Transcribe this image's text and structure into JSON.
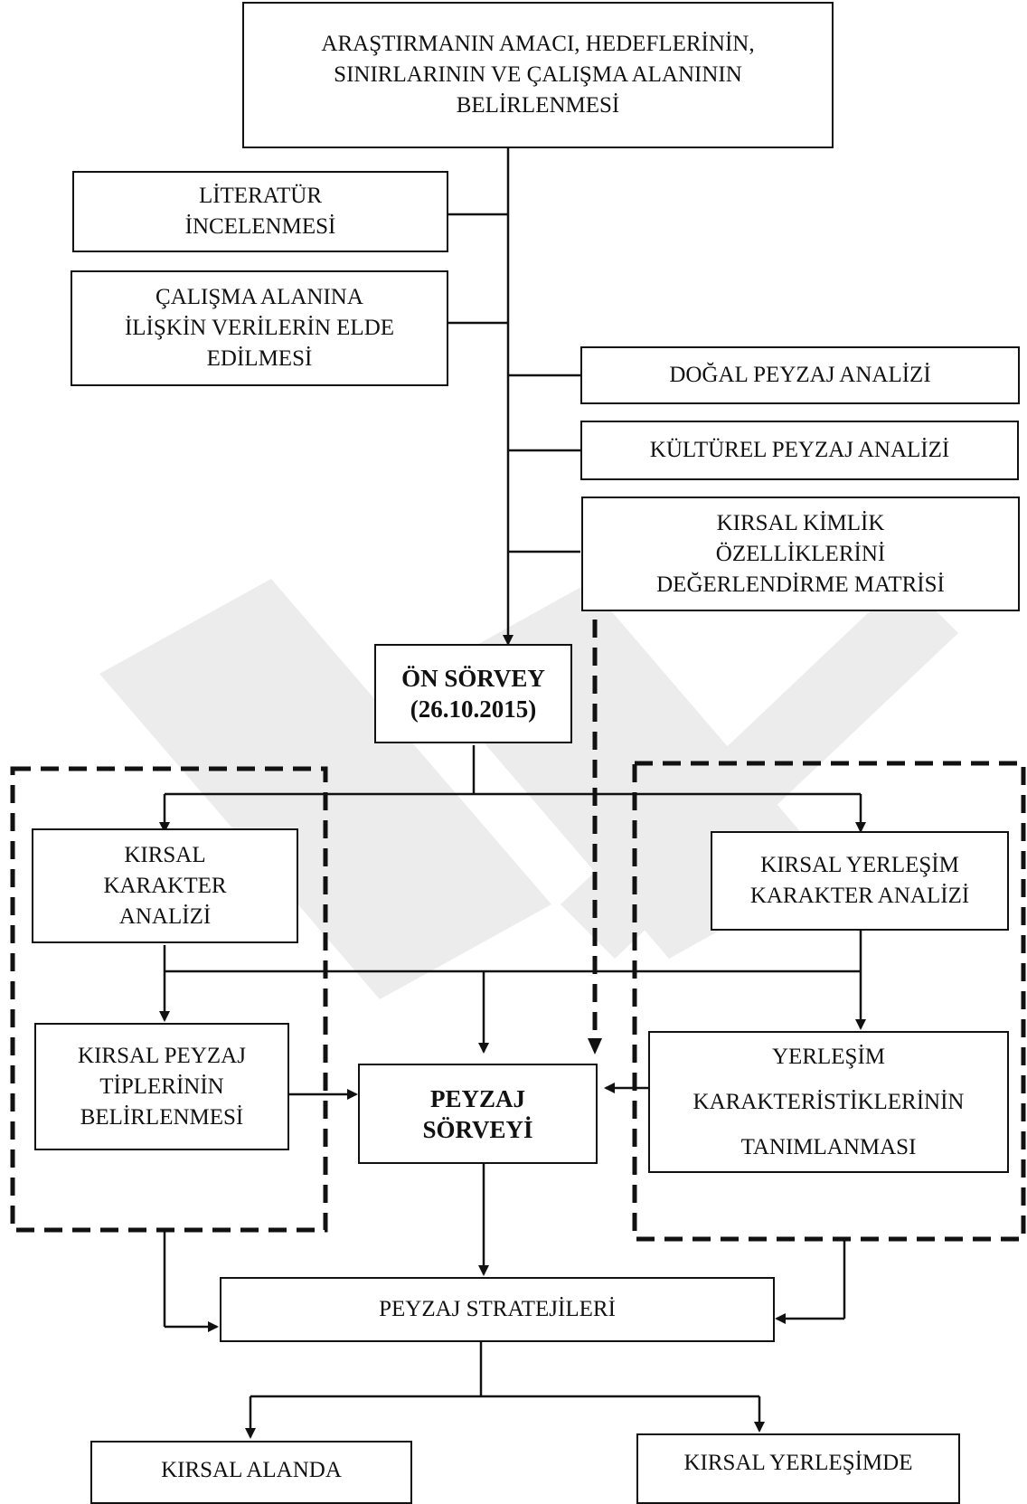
{
  "colors": {
    "line": "#111111",
    "watermark": "#ececec",
    "background": "#ffffff"
  },
  "boxes": {
    "aim": "ARAŞTIRMANIN AMACI, HEDEFLERİNİN,\nSINIRLARININ VE ÇALIŞMA ALANININ\nBELİRLENMESİ",
    "literature": "LİTERATÜR\nİNCELENMESİ",
    "data_collection": "ÇALIŞMA ALANINA\nİLİŞKİN VERİLERİN ELDE\nEDİLMESİ",
    "natural_landscape": "DOĞAL PEYZAJ ANALİZİ",
    "cultural_landscape": "KÜLTÜREL PEYZAJ ANALİZİ",
    "rural_identity": "KIRSAL KİMLİK\nÖZELLİKLERİNİ\nDEĞERLENDİRME MATRİSİ",
    "pre_survey": "ÖN SÖRVEY\n(26.10.2015)",
    "rural_character": "KIRSAL\nKARAKTER\nANALİZİ",
    "settlement_character": "KIRSAL YERLEŞİM\nKARAKTER ANALİZİ",
    "rural_landscape_types": "KIRSAL PEYZAJ\nTİPLERİNİN\nBELİRLENMESİ",
    "landscape_survey": "PEYZAJ\nSÖRVEYİ",
    "settlement_characteristics": "YERLEŞİM\nKARAKTERİSTİKLERİNİN\nTANIMLANMASI",
    "strategies": "PEYZAJ STRATEJİLERİ",
    "rural_area": "KIRSAL ALANDA",
    "rural_settlement": "KIRSAL YERLEŞİMDE"
  }
}
